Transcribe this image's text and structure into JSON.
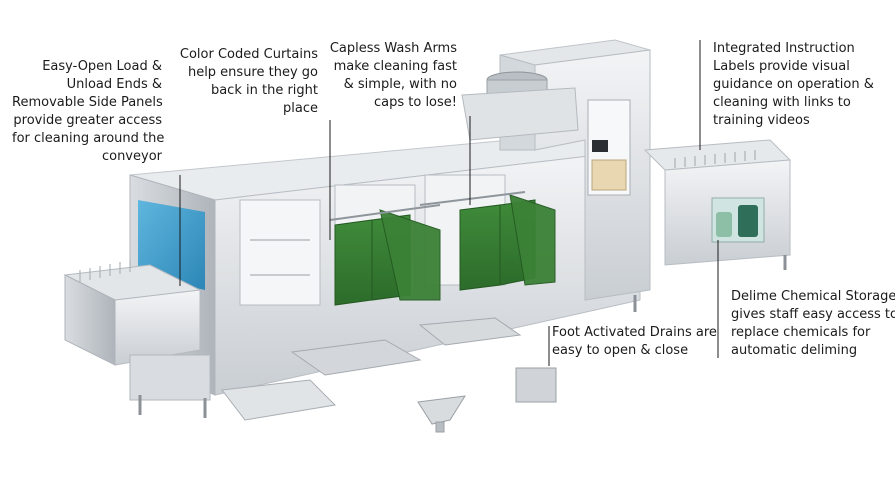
{
  "callouts": {
    "easy_open": [
      "Easy-Open Load &",
      "Unload Ends &",
      "Removable Side Panels",
      "provide greater access",
      "for cleaning around the",
      "conveyor"
    ],
    "curtains": [
      "Color Coded Curtains",
      "help ensure they go",
      "back in the right",
      "place"
    ],
    "wash_arms": [
      "Capless Wash Arms",
      "make cleaning fast",
      "& simple, with no",
      "caps to lose!"
    ],
    "instruction": [
      "Integrated Instruction",
      "Labels provide visual",
      "guidance on operation &",
      "cleaning with links to",
      "training videos"
    ],
    "delime": [
      "Delime Chemical Storage",
      "gives staff easy access to",
      "replace chemicals for",
      "automatic deliming"
    ],
    "drains": [
      "Foot Activated Drains are",
      "easy to open & close"
    ]
  },
  "colors": {
    "curtain_green": "#3f8a3a",
    "curtain_dark": "#2c6a2a",
    "body_light": "#eef0f2",
    "body_mid": "#cfd4d9",
    "body_dark": "#9aa1a8",
    "window_blue": "#3f9ecc",
    "leader_line": "#1b1b1b"
  }
}
